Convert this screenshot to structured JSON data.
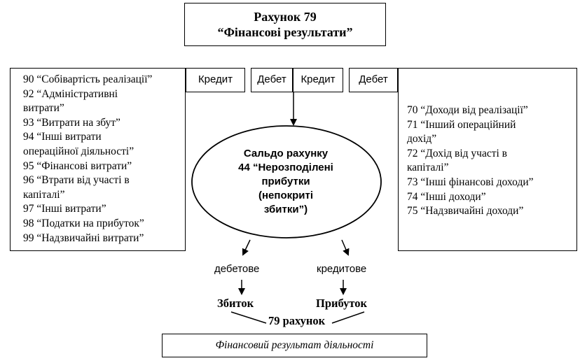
{
  "title": {
    "line1": "Рахунок 79",
    "line2": "“Фінансові результати”"
  },
  "left_list": [
    "90 “Собівартість реалізації”",
    "92 “Адміністративні\nвитрати”",
    "93 “Витрати на збут”",
    "94 “Інші витрати\nопераційної діяльності”",
    "95 “Фінансові витрати”",
    "96 “Втрати від участі в\nкапіталі”",
    "97 “Інші витрати”",
    "98 “Податки на прибуток”",
    "99 “Надзвичайні витрати”"
  ],
  "right_list": [
    "70 “Доходи від реалізації”",
    "71 “Інший операційний\nдохід”",
    "72 “Дохід від участі в\nкапіталі”",
    "73 “Інші фінансові доходи”",
    "74 “Інші доходи”",
    "75 “Надзвичайні доходи”"
  ],
  "tags": {
    "credit_left": "Кредит",
    "debit_center": "Дебет",
    "credit_center": "Кредит",
    "debit_right": "Дебет"
  },
  "ellipse": {
    "line1": "Сальдо рахунку",
    "line2": "44 “Нерозподілені",
    "line3": "прибутки",
    "line4": "(непокриті",
    "line5": "збитки”)"
  },
  "branches": {
    "debit_label": "дебетове",
    "credit_label": "кредитове",
    "loss": "Збиток",
    "profit": "Прибуток",
    "account": "79 рахунок"
  },
  "result": "Фінансовий результат діяльності"
}
